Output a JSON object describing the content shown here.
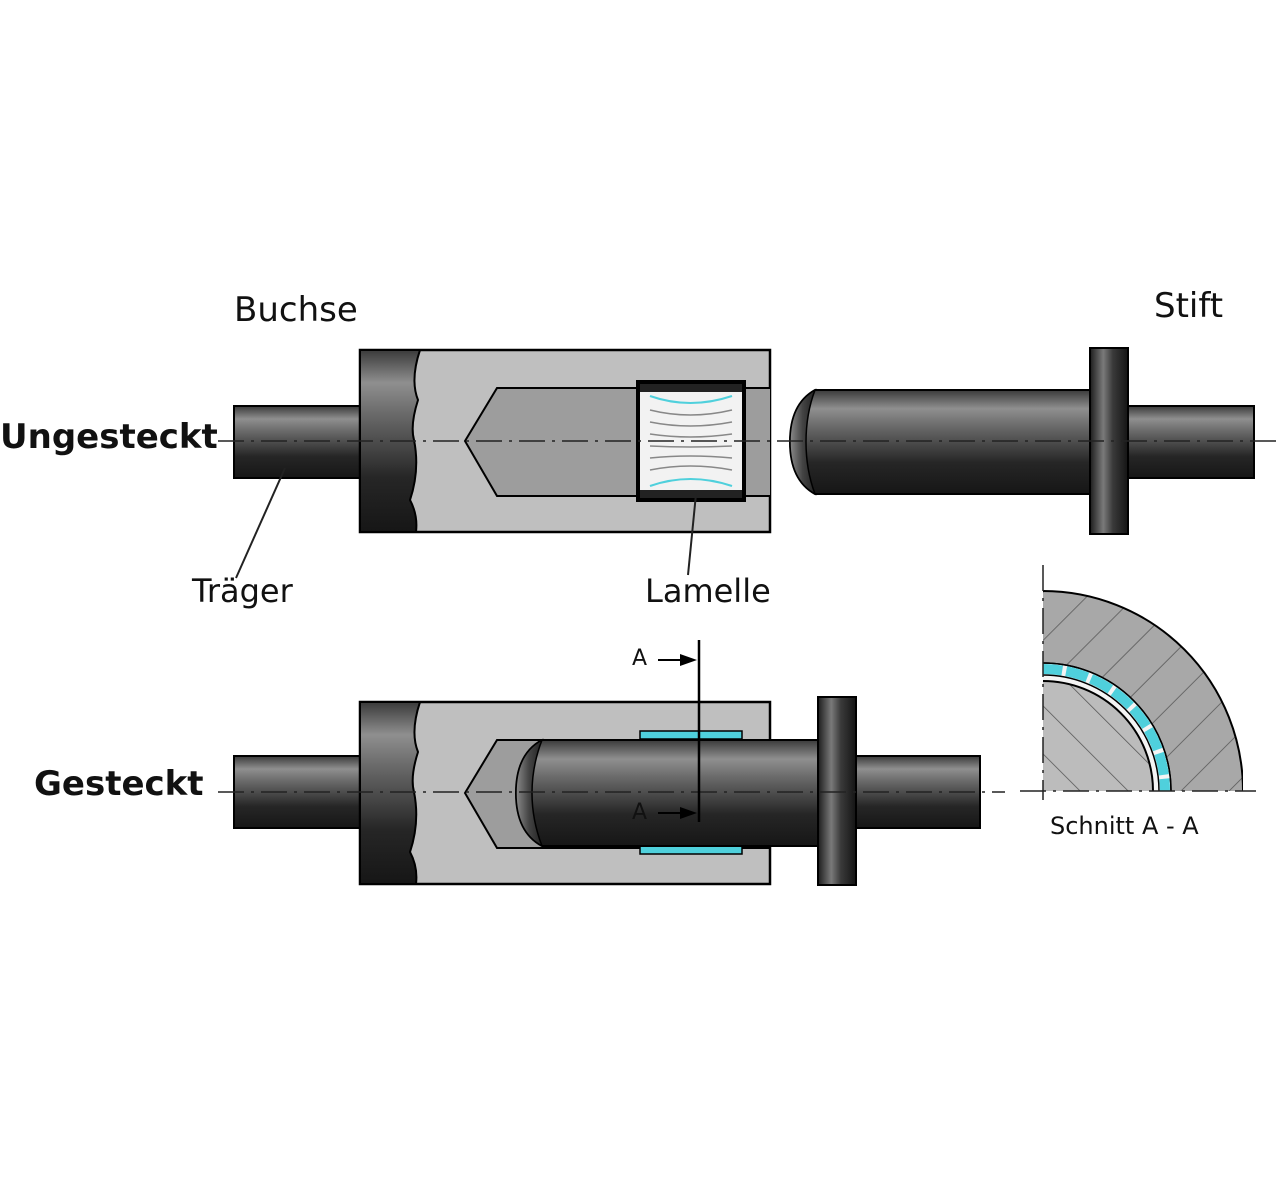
{
  "labels": {
    "buchse": "Buchse",
    "stift": "Stift",
    "ungesteckt": "Ungesteckt",
    "gesteckt": "Gesteckt",
    "traeger": "Träger",
    "lamelle": "Lamelle",
    "section_a_top": "A",
    "section_a_bottom": "A",
    "schnitt": "Schnitt A - A"
  },
  "colors": {
    "metal_dark": "#2a2a2a",
    "metal_light": "#9a9a9a",
    "housing_cut": "#bdbdbd",
    "bore": "#9c9c9c",
    "lamella": "#4fd0dc",
    "outline": "#000000",
    "background": "#ffffff"
  }
}
